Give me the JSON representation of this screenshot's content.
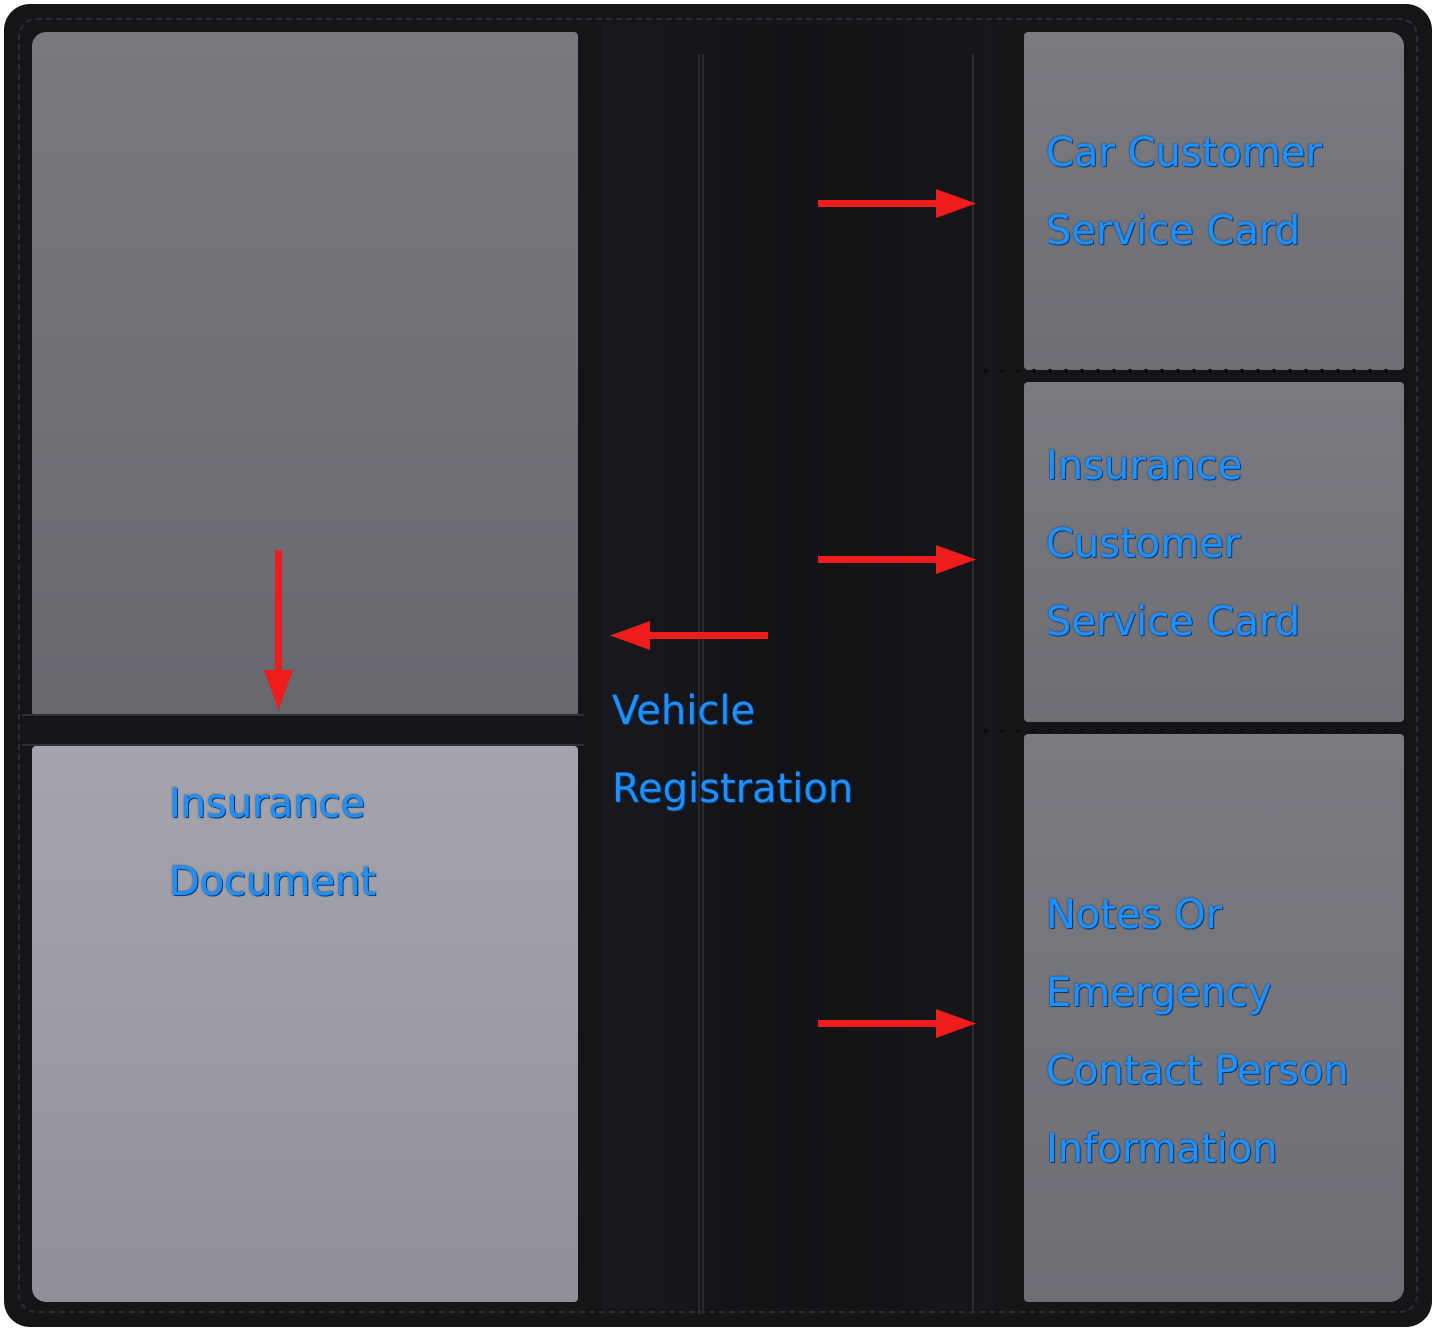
{
  "labels": {
    "car_service": [
      "Car Customer",
      "Service Card"
    ],
    "insurance_service": [
      "Insurance",
      "Customer",
      "Service Card"
    ],
    "vehicle_registration": [
      "Vehicle",
      "Registration"
    ],
    "insurance_document": [
      "Insurance",
      "Document"
    ],
    "notes": [
      "Notes Or",
      "Emergency",
      "Contact Person",
      "Information"
    ]
  },
  "colors": {
    "label_text": "#1e90ff",
    "arrow": "#ee1c1c",
    "leather": "#151518",
    "pocket_gray": "#75757c"
  }
}
